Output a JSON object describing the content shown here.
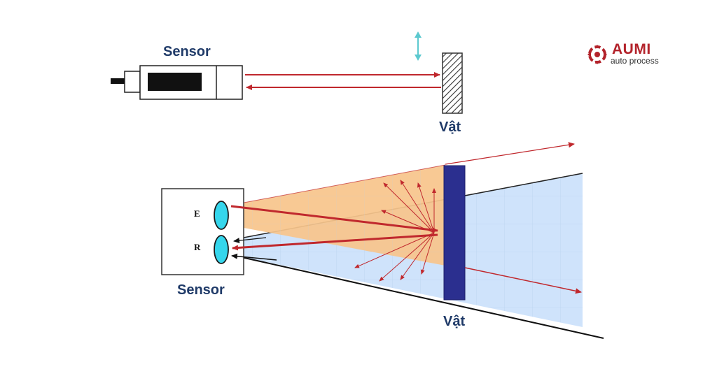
{
  "top_diagram": {
    "sensor_label": "Sensor",
    "object_label": "Vật"
  },
  "bottom_diagram": {
    "sensor_label": "Sensor",
    "object_label": "Vật",
    "emitter_letter": "E",
    "receiver_letter": "R"
  },
  "brand": {
    "name": "AUMI",
    "tagline": "auto process"
  },
  "colors": {
    "label_text": "#1f3a68",
    "beam_red": "#c0282d",
    "object_blue": "#2b2f8f",
    "lens_cyan": "#35d6ec",
    "emission_orange": "#f7c58c",
    "sensing_blue": "#cfe3fb",
    "brand_red": "#b3232b",
    "motion_arrow_teal": "#5cc9cf"
  }
}
